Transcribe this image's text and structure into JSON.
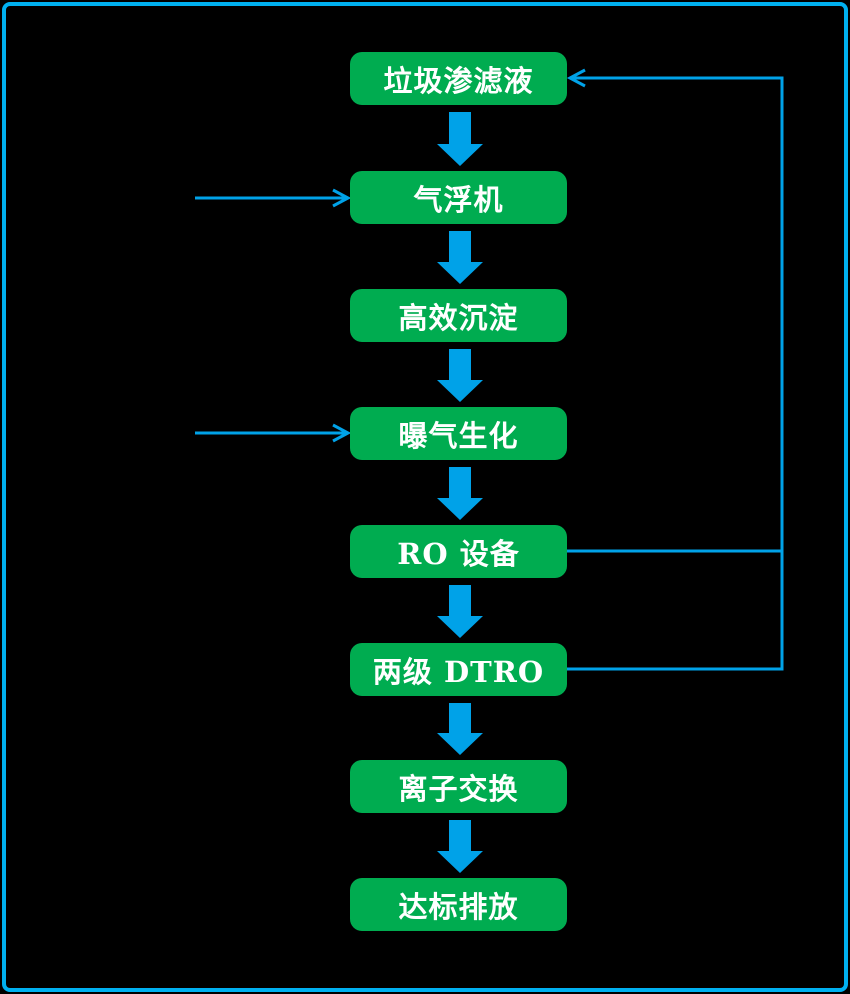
{
  "diagram": {
    "type": "flowchart",
    "direction": "top-down",
    "nodes": [
      {
        "id": "leachate",
        "label": "垃圾渗滤液"
      },
      {
        "id": "air-flotation",
        "label": "气浮机"
      },
      {
        "id": "sedimentation",
        "label": "高效沉淀"
      },
      {
        "id": "aeration-bio",
        "label": "曝气生化"
      },
      {
        "id": "ro-unit",
        "label": "RO 设备"
      },
      {
        "id": "dtro",
        "label": "两级 DTRO"
      },
      {
        "id": "ion-exchange",
        "label": "离子交换"
      },
      {
        "id": "discharge",
        "label": "达标排放"
      }
    ],
    "edges": [
      {
        "from": "垃圾渗滤液",
        "to": "气浮机",
        "type": "flow"
      },
      {
        "from": "气浮机",
        "to": "高效沉淀",
        "type": "flow"
      },
      {
        "from": "高效沉淀",
        "to": "曝气生化",
        "type": "flow"
      },
      {
        "from": "曝气生化",
        "to": "RO 设备",
        "type": "flow"
      },
      {
        "from": "RO 设备",
        "to": "两级 DTRO",
        "type": "flow"
      },
      {
        "from": "两级 DTRO",
        "to": "离子交换",
        "type": "flow"
      },
      {
        "from": "离子交换",
        "to": "达标排放",
        "type": "flow"
      },
      {
        "from": "RO 设备",
        "to": "垃圾渗滤液",
        "type": "return"
      },
      {
        "from": "两级 DTRO",
        "to": "垃圾渗滤液",
        "type": "return"
      }
    ],
    "external_inlets": [
      "气浮机",
      "曝气生化"
    ]
  },
  "colors": {
    "bg": "#000000",
    "frame": "#00B0F0",
    "box": "#00AC50",
    "line": "#00A2E8",
    "text": "#FFFFFF"
  }
}
